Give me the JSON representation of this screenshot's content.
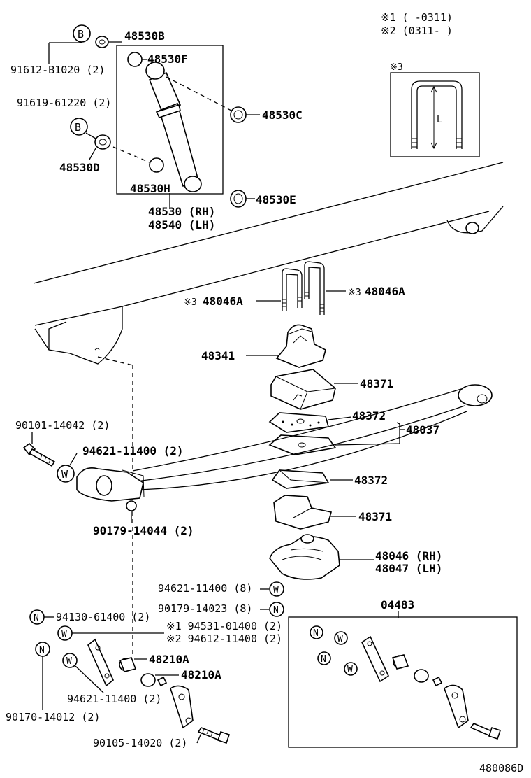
{
  "notes": {
    "note1": "※1 (      -0311)",
    "note2": "※2 (0311-      )",
    "note3": "※3",
    "dim_l": "L"
  },
  "labels": {
    "p48530B": "48530B",
    "p48530F": "48530F",
    "p48530C": "48530C",
    "p48530D": "48530D",
    "p48530H": "48530H",
    "p48530E": "48530E",
    "p48530rh": "48530 (RH)",
    "p48540lh": "48540 (LH)",
    "p91612": "91612-B1020 (2)",
    "p91619": "91619-61220 (2)",
    "p48046A_left": "48046A",
    "p48046A_right": "48046A",
    "mark3": "※3",
    "p48341": "48341",
    "p48371_top": "48371",
    "p48372_top": "48372",
    "p48037": "48037",
    "p48372_bot": "48372",
    "p48371_bot": "48371",
    "p48046rh": "48046 (RH)",
    "p48047lh": "48047 (LH)",
    "p90101": "90101-14042 (2)",
    "p94621a": "94621-11400 (2)",
    "p90179a": "90179-14044 (2)",
    "p94621b": "94621-11400 (8)",
    "p90179b": "90179-14023 (8)",
    "p94130": "94130-61400 (2)",
    "p94531": "※1 94531-01400 (2)",
    "p94612": "※2 94612-11400 (2)",
    "p48210A_1": "48210A",
    "p48210A_2": "48210A",
    "p94621c": "94621-11400 (2)",
    "p90170": "90170-14012 (2)",
    "p90105": "90105-14020 (2)",
    "p04483": "04483",
    "diagram_id": "480086D"
  },
  "circle_marks": {
    "b": "B",
    "w": "W",
    "n": "N"
  }
}
